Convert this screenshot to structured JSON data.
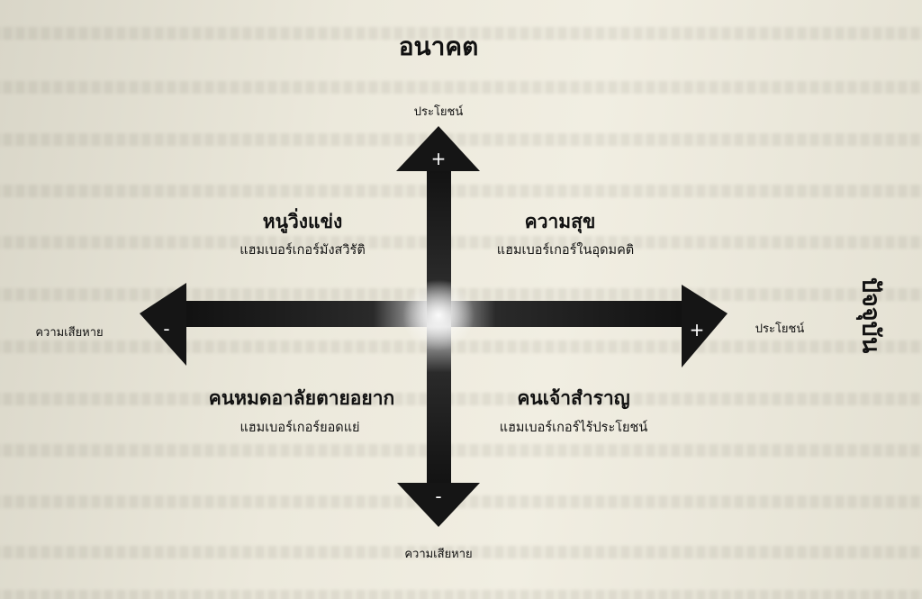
{
  "axes": {
    "vertical_title": "อนาคต",
    "horizontal_title": "ปัจจุบัน",
    "top_label": "ประโยชน์",
    "bottom_label": "ความเสียหาย",
    "left_label": "ความเสียหาย",
    "right_label": "ประโยชน์",
    "top_sign": "+",
    "bottom_sign": "-",
    "left_sign": "-",
    "right_sign": "+"
  },
  "quadrants": {
    "top_left": {
      "title": "หนูวิ่งแข่ง",
      "subtitle": "แฮมเบอร์เกอร์มังสวิรัติ"
    },
    "top_right": {
      "title": "ความสุข",
      "subtitle": "แฮมเบอร์เกอร์ในอุดมคติ"
    },
    "bottom_left": {
      "title": "คนหมดอาลัยตายอยาก",
      "subtitle": "แฮมเบอร์เกอร์ยอดแย่"
    },
    "bottom_right": {
      "title": "คนเจ้าสำราญ",
      "subtitle": "แฮมเบอร์เกอร์ไร้ประโยชน์"
    }
  },
  "colors": {
    "arrow": "#151515",
    "paper": "#ece9dc"
  }
}
